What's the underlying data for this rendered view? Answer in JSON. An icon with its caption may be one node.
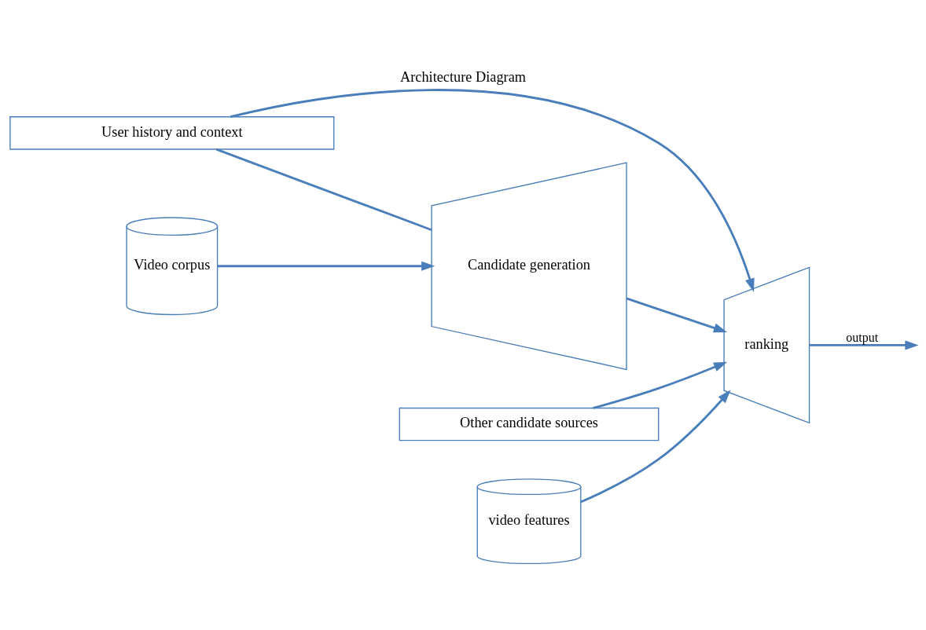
{
  "diagram": {
    "title": "Architecture Diagram",
    "nodes": [
      {
        "text": [
          "User history and context"
        ]
      },
      {
        "text": [
          "Candidate generation"
        ]
      },
      {
        "text": [
          "Video corpus"
        ]
      },
      {
        "text": [
          "ranking"
        ]
      },
      {
        "text": [
          "Other candidate sources"
        ]
      },
      {
        "text": [
          "video features"
        ]
      }
    ],
    "edges": [
      {
        "from": 0,
        "to": 1,
        "arrow": "none"
      },
      {
        "from": 0,
        "to": 3,
        "arrow": "to"
      },
      {
        "from": 2,
        "to": 1,
        "arrow": "to"
      },
      {
        "from": 1,
        "to": 3,
        "arrow": "to"
      },
      {
        "from": 4,
        "to": 3,
        "arrow": "to"
      },
      {
        "from": 5,
        "to": 3,
        "arrow": "to"
      },
      {
        "from": 3,
        "to": null,
        "arrow": "to",
        "label": "output"
      }
    ]
  }
}
